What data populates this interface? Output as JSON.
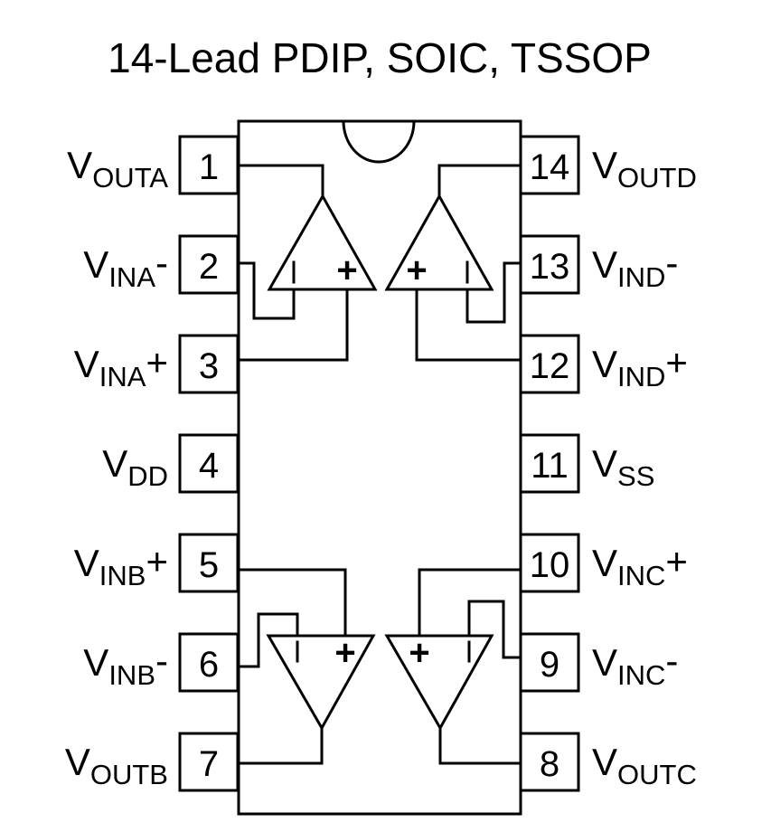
{
  "title": "14-Lead PDIP, SOIC, TSSOP",
  "pins": [
    {
      "num": "1",
      "v": "V",
      "sub": "OUTA",
      "suffix": ""
    },
    {
      "num": "2",
      "v": "V",
      "sub": "INA",
      "suffix": "-"
    },
    {
      "num": "3",
      "v": "V",
      "sub": "INA",
      "suffix": "+"
    },
    {
      "num": "4",
      "v": "V",
      "sub": "DD",
      "suffix": ""
    },
    {
      "num": "5",
      "v": "V",
      "sub": "INB",
      "suffix": "+"
    },
    {
      "num": "6",
      "v": "V",
      "sub": "INB",
      "suffix": "-"
    },
    {
      "num": "7",
      "v": "V",
      "sub": "OUTB",
      "suffix": ""
    },
    {
      "num": "8",
      "v": "V",
      "sub": "OUTC",
      "suffix": ""
    },
    {
      "num": "9",
      "v": "V",
      "sub": "INC",
      "suffix": "-"
    },
    {
      "num": "10",
      "v": "V",
      "sub": "INC",
      "suffix": "+"
    },
    {
      "num": "11",
      "v": "V",
      "sub": "SS",
      "suffix": ""
    },
    {
      "num": "12",
      "v": "V",
      "sub": "IND",
      "suffix": "+"
    },
    {
      "num": "13",
      "v": "V",
      "sub": "IND",
      "suffix": "-"
    },
    {
      "num": "14",
      "v": "V",
      "sub": "OUTD",
      "suffix": ""
    }
  ],
  "opamp_signs": {
    "plus": "+",
    "minus": "I"
  }
}
